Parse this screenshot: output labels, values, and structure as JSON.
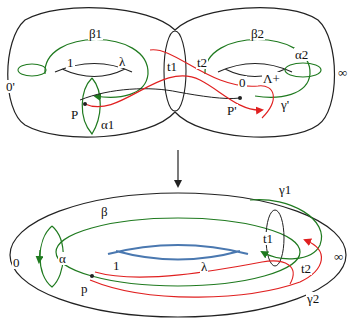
{
  "diagram": {
    "labels": [
      "0'",
      "β1",
      "1",
      "λ",
      "t1",
      "t2",
      "β2",
      "0",
      "α2",
      "∞",
      "P",
      "α1",
      "P'",
      "Λ+",
      "γ'",
      "β",
      "γ1",
      "0",
      "α",
      "t1",
      "∞",
      "1",
      "λ",
      "t2",
      "p",
      "γ2"
    ]
  }
}
